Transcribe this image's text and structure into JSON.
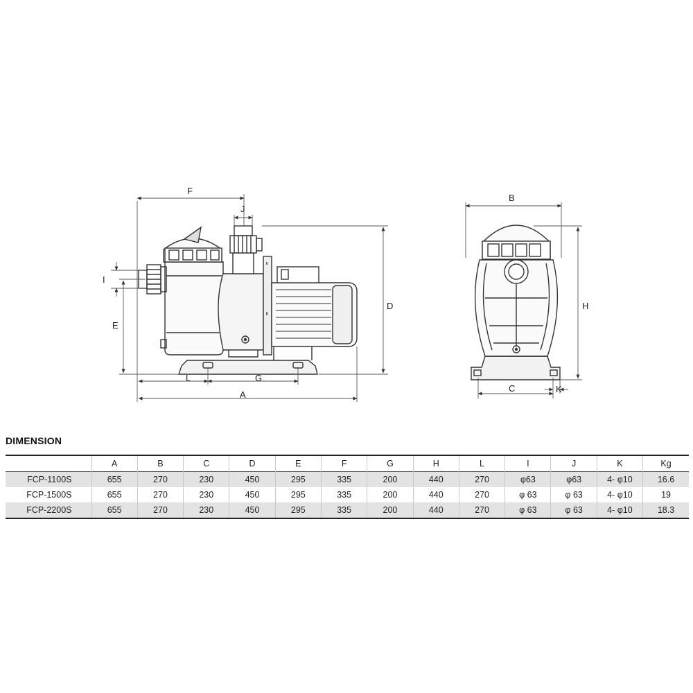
{
  "labels": {
    "F": "F",
    "J": "J",
    "I": "I",
    "E": "E",
    "D": "D",
    "L": "L",
    "G": "G",
    "A": "A",
    "B": "B",
    "H": "H",
    "C": "C",
    "K": "K"
  },
  "table": {
    "title": "DIMENSION",
    "headers": [
      "",
      "A",
      "B",
      "C",
      "D",
      "E",
      "F",
      "G",
      "H",
      "L",
      "I",
      "J",
      "K",
      "Kg"
    ],
    "rows": [
      [
        "FCP-1100S",
        "655",
        "270",
        "230",
        "450",
        "295",
        "335",
        "200",
        "440",
        "270",
        "φ63",
        "φ63",
        "4- φ10",
        "16.6"
      ],
      [
        "FCP-1500S",
        "655",
        "270",
        "230",
        "450",
        "295",
        "335",
        "200",
        "440",
        "270",
        "φ 63",
        "φ 63",
        "4- φ10",
        "19"
      ],
      [
        "FCP-2200S",
        "655",
        "270",
        "230",
        "450",
        "295",
        "335",
        "200",
        "440",
        "270",
        "φ 63",
        "φ 63",
        "4- φ10",
        "18.3"
      ]
    ]
  }
}
